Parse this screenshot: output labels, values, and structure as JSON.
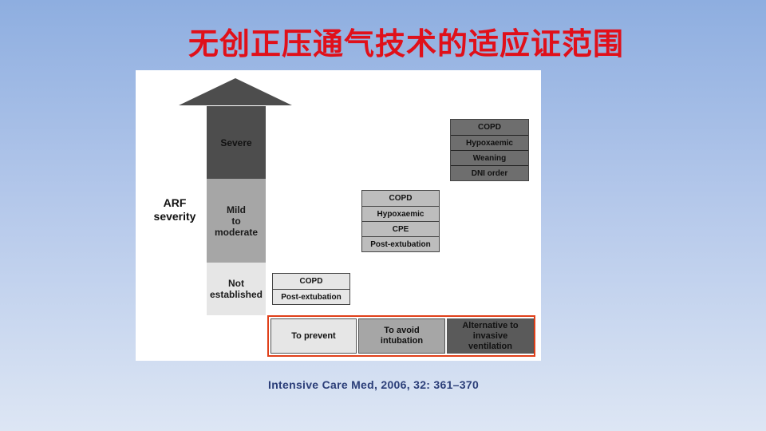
{
  "slide": {
    "title": "无创正压通气技术的适应证范围",
    "citation": "Intensive Care Med, 2006, 32: 361–370"
  },
  "diagram": {
    "axis_label": "ARF\nseverity",
    "severity_levels": [
      {
        "label": "Severe",
        "color": "#4d4d4d"
      },
      {
        "label": "Mild\nto\nmoderate",
        "color": "#a6a6a6"
      },
      {
        "label": "Not\nestablished",
        "color": "#e6e6e6"
      }
    ],
    "indication_groups": [
      {
        "items": [
          "COPD",
          "Post-extubation"
        ],
        "color": "#e6e6e6"
      },
      {
        "items": [
          "COPD",
          "Hypoxaemic",
          "CPE",
          "Post-extubation"
        ],
        "color": "#bdbdbd"
      },
      {
        "items": [
          "COPD",
          "Hypoxaemic",
          "Weaning",
          "DNI order"
        ],
        "color": "#6e6e6e"
      }
    ],
    "goals": [
      {
        "label": "To prevent",
        "color": "#e6e6e6"
      },
      {
        "label": "To avoid\nintubation",
        "color": "#a6a6a6"
      },
      {
        "label": "Alternative to\ninvasive\nventilation",
        "color": "#5a5a5a"
      }
    ],
    "goals_frame_color": "#e0401a",
    "arrow_color": "#4d4d4d"
  }
}
